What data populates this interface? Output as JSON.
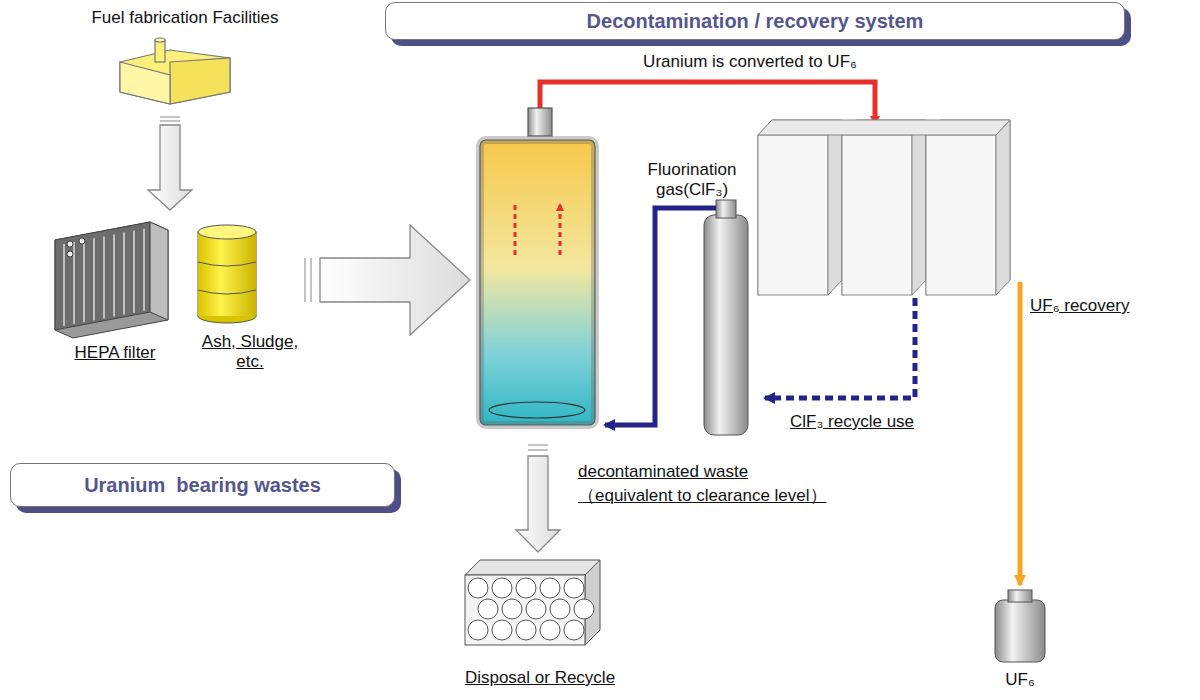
{
  "diagram": {
    "nodes": [
      {
        "text": [
          "Decontamination / recovery system"
        ]
      },
      {
        "text": [
          "Uranium  bearing wastes"
        ]
      }
    ],
    "labels": [
      "Fuel fabrication Facilities",
      "Uranium is converted to UF₆",
      "Fluorination gas(ClF₃)",
      "UF₆ recovery",
      "HEPA filter",
      "Ash, Sludge, etc.",
      "ClF₃ recycle use",
      "decontaminated waste",
      "（equivalent to clearance level）",
      "UF₆",
      "Disposal or Recycle"
    ]
  }
}
